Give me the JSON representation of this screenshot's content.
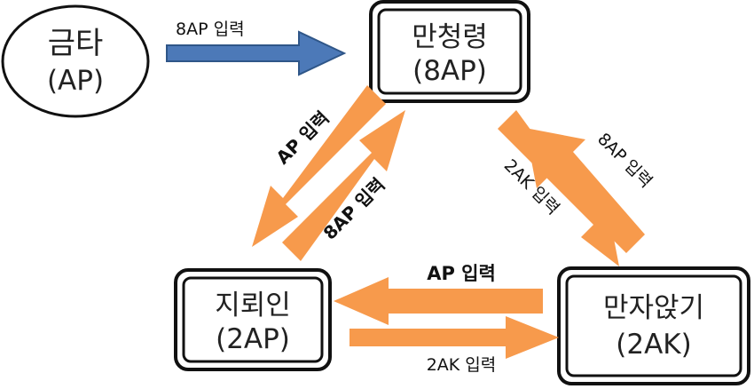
{
  "colors": {
    "orange_arrow": "#f79a4c",
    "blue_arrow": "#4c79b8",
    "blue_arrow_outline": "#2f5688",
    "border": "#111111",
    "text": "#222222"
  },
  "nodes": {
    "geumta": {
      "name": "금타",
      "sub": "(AP)",
      "shape": "ellipse"
    },
    "manchungryeong": {
      "name": "만청령",
      "sub": "(8AP)",
      "shape": "double-rect"
    },
    "jiroein": {
      "name": "지뢰인",
      "sub": "(2AP)",
      "shape": "double-rect"
    },
    "manjaanggi": {
      "name": "만자앉기",
      "sub": "(2AK)",
      "shape": "double-rect"
    }
  },
  "edges": {
    "geumta_to_manchungryeong": {
      "label": "8AP 입력",
      "color": "blue"
    },
    "manchungryeong_to_jiroein": {
      "label": "AP 입력",
      "color": "orange"
    },
    "jiroein_to_manchungryeong": {
      "label": "8AP 입력",
      "color": "orange"
    },
    "manchungryeong_to_manjaanggi": {
      "label": "2AK 입력",
      "color": "orange"
    },
    "manjaanggi_to_manchungryeong": {
      "label": "8AP 입력",
      "color": "orange"
    },
    "manjaanggi_to_jiroein": {
      "label": "AP 입력",
      "color": "orange"
    },
    "jiroein_to_manjaanggi": {
      "label": "2AK 입력",
      "color": "orange"
    }
  }
}
